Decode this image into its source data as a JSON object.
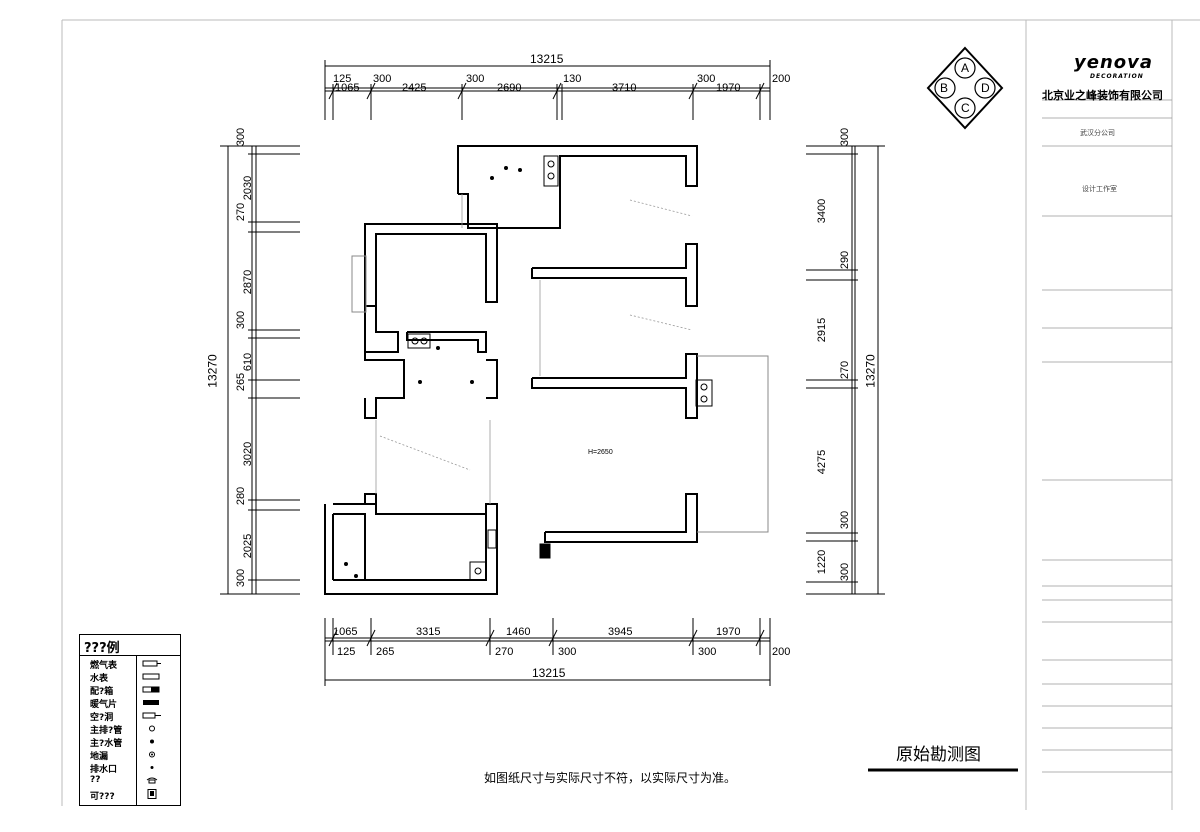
{
  "drawing": {
    "title": "原始勘测图",
    "note": "如图纸尺寸与实际尺寸不符，以实际尺寸为准。",
    "height_label": "H=2650"
  },
  "dimensions": {
    "top_total": "13215",
    "top_row1": [
      "125",
      "300",
      "300",
      "130",
      "300",
      "200"
    ],
    "top_row2": [
      "1065",
      "2425",
      "2690",
      "3710",
      "1970"
    ],
    "bottom_total": "13215",
    "bottom_row1": [
      "1065",
      "3315",
      "1460",
      "3945",
      "1970"
    ],
    "bottom_row2": [
      "125",
      "265",
      "270",
      "300",
      "300",
      "200"
    ],
    "left_total": "13270",
    "left_outer": [
      "300",
      "2030",
      "270",
      "2870",
      "300",
      "610",
      "265",
      "3020",
      "280",
      "2025",
      "300"
    ],
    "right_total": "13270",
    "right_outer": [
      "300",
      "3400",
      "290",
      "2915",
      "270",
      "4275",
      "300",
      "1220",
      "300"
    ]
  },
  "compass": {
    "labels": [
      "A",
      "B",
      "C",
      "D"
    ]
  },
  "legend": {
    "title": "???例",
    "items": [
      {
        "label": "燃气表",
        "icon": "gas-meter-icon"
      },
      {
        "label": "水表",
        "icon": "water-meter-icon"
      },
      {
        "label": "配?箱",
        "icon": "distribution-box-icon"
      },
      {
        "label": "暖气片",
        "icon": "radiator-icon"
      },
      {
        "label": "空?洞",
        "icon": "ac-hole-icon"
      },
      {
        "label": "主排?管",
        "icon": "drain-pipe-icon"
      },
      {
        "label": "主?水管",
        "icon": "water-pipe-icon"
      },
      {
        "label": "地漏",
        "icon": "floor-drain-icon"
      },
      {
        "label": "排水口",
        "icon": "outlet-icon"
      },
      {
        "label": "??",
        "icon": "phone-icon"
      },
      {
        "label": "可???",
        "icon": "intercom-icon"
      }
    ]
  },
  "title_block": {
    "logo": "yenova",
    "logo_sub": "DECORATION",
    "company": "北京业之峰装饰有限公司",
    "branch": "武汉分公司",
    "design_label": "设计工作室"
  },
  "colors": {
    "line": "#000000",
    "dim": "#000000",
    "bg": "#ffffff"
  }
}
